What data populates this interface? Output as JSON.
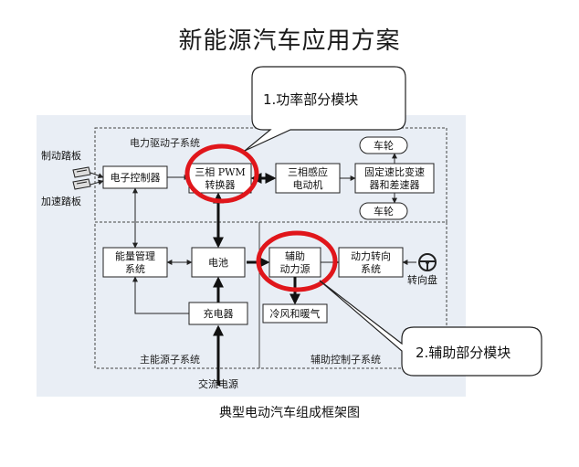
{
  "title": "新能源汽车应用方案",
  "caption": "典型电动汽车组成框架图",
  "callouts": {
    "power": "1.功率部分模块",
    "aux": "2.辅助部分模块"
  },
  "systems": {
    "drive": "电力驱动子系统",
    "main_energy": "主能源子系统",
    "aux_control": "辅助控制子系统"
  },
  "inputs": {
    "brake": "制动踏板",
    "accel": "加速踏板",
    "ac_power": "交流电源",
    "steering": "转向盘"
  },
  "blocks": {
    "controller": "电子控制器",
    "inverter_l1": "三相 PWM",
    "inverter_l2": "转换器",
    "motor_l1": "三相感应",
    "motor_l2": "电动机",
    "gear_l1": "固定速比变速",
    "gear_l2": "器和差速器",
    "wheel_top": "车轮",
    "wheel_bottom": "车轮",
    "ems_l1": "能量管理",
    "ems_l2": "系统",
    "battery": "电池",
    "charger": "充电器",
    "aux_l1": "辅助",
    "aux_l2": "动力源",
    "ps_l1": "动力转向",
    "ps_l2": "系统",
    "hvac": "冷风和暖气"
  },
  "colors": {
    "highlight": "#e0161b",
    "diagram_bg": "#e9eef5",
    "block_fill": "#ffffff",
    "line": "#222222"
  }
}
